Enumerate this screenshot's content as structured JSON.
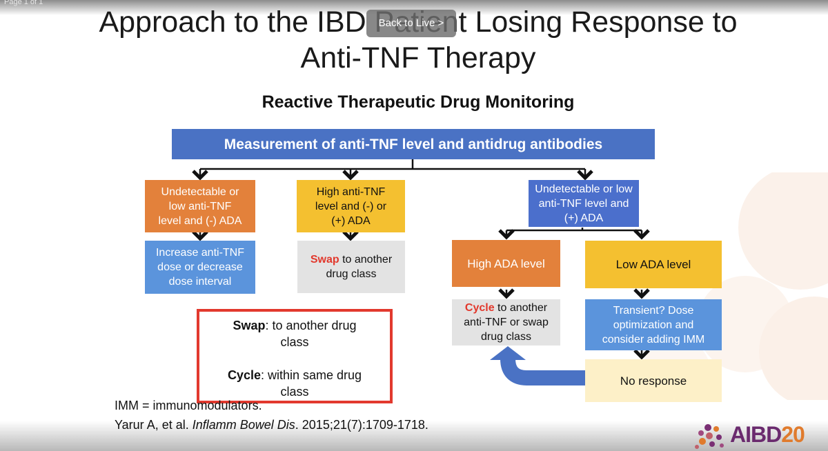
{
  "top_label": "Page 1 of 1",
  "title_line1": "Approach to the IBD Patient Losing Response to",
  "title_line2": "Anti-TNF Therapy",
  "back_to_live": "Back to Live >",
  "subtitle": "Reactive Therapeutic Drug Monitoring",
  "flow": {
    "top": "Measurement of anti-TNF level and antidrug antibodies",
    "left_condition": "Undetectable or low anti-TNF level and (-) ADA",
    "left_action": "Increase anti-TNF dose or decrease dose interval",
    "middle_condition": "High anti-TNF level and (-) or (+) ADA",
    "middle_action_keyword": "Swap",
    "middle_action_rest": " to another drug class",
    "right_condition": "Undetectable or low anti-TNF level and (+) ADA",
    "high_ada": "High ADA level",
    "low_ada": "Low ADA level",
    "cycle_keyword": "Cycle",
    "cycle_rest": " to another anti-TNF or swap drug class",
    "transient": "Transient? Dose optimization and consider adding IMM",
    "no_response": "No response"
  },
  "legend": {
    "swap_term": "Swap",
    "swap_def": ": to another drug",
    "swap_def2": "class",
    "cycle_term": "Cycle",
    "cycle_def": ": within same drug",
    "cycle_def2": "class"
  },
  "footnotes": {
    "imm": "IMM = immunomodulators.",
    "citation_prefix": "Yarur A, et al. ",
    "citation_journal": "Inflamm Bowel Dis",
    "citation_suffix": ". 2015;21(7):1709-1718."
  },
  "logo": {
    "text": "AIBD",
    "number": "20"
  },
  "colors": {
    "top_box": "#4a72c4",
    "orange": "#e3813b",
    "yellow": "#f4c030",
    "blue": "#4b6fcc",
    "light_blue": "#5b94dc",
    "gray": "#e3e3e3",
    "cream": "#fdf0c8",
    "accent_red": "#e2382c",
    "return_arrow": "#4a72c4"
  }
}
